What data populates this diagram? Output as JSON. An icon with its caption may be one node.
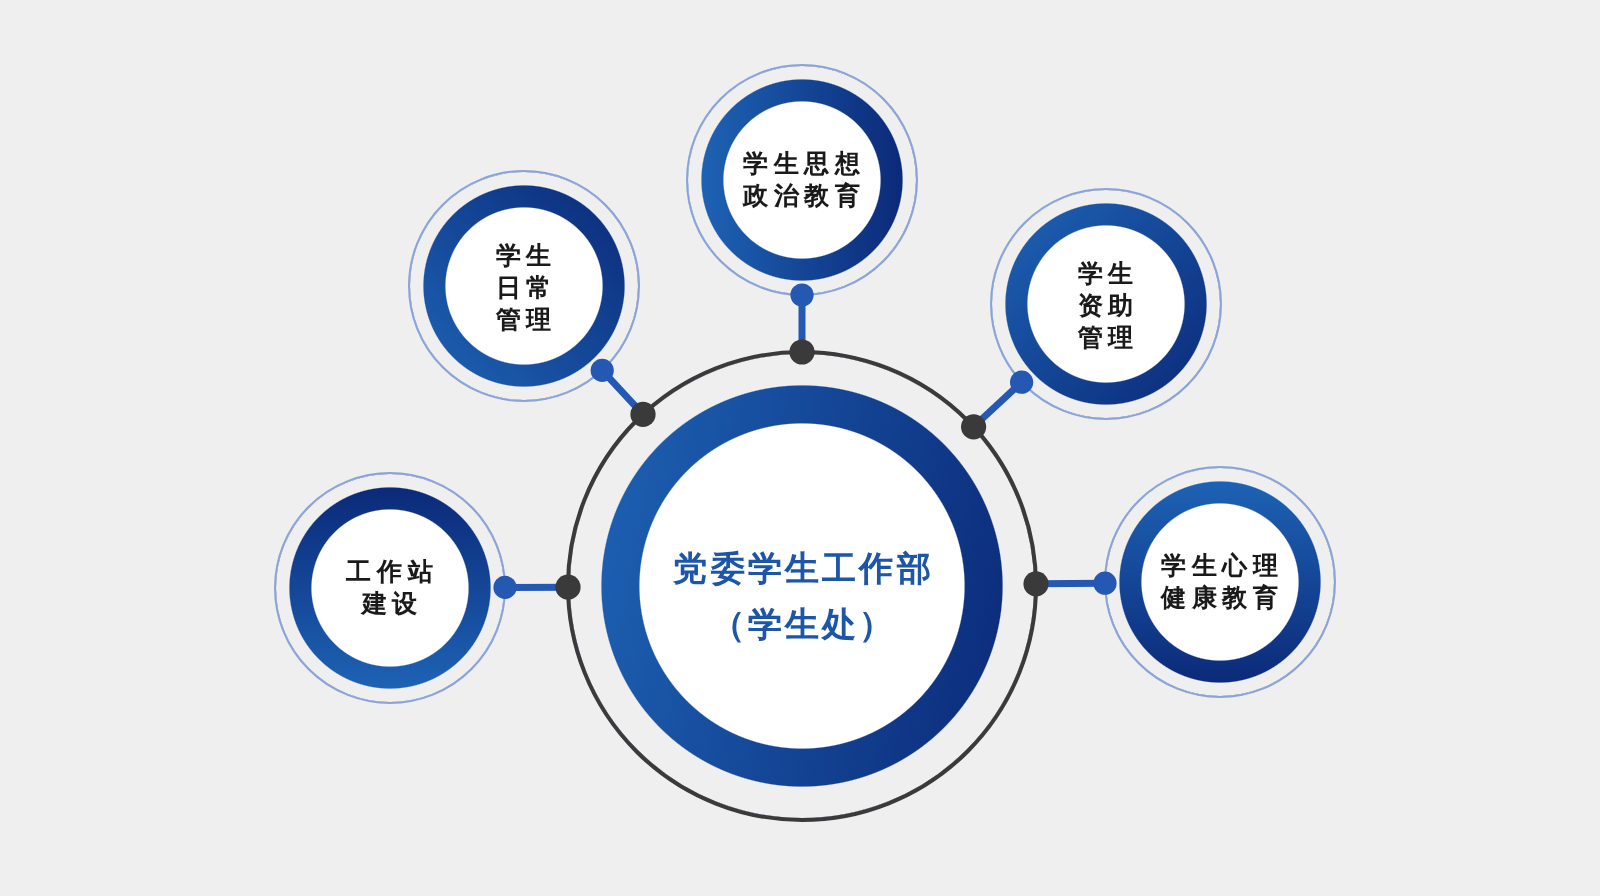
{
  "diagram": {
    "nodes": [
      {
        "text": [
          "党委学生工作部（学生处）"
        ]
      },
      {
        "text": [
          "学生日常管理"
        ]
      },
      {
        "text": [
          "学生思想政治教育"
        ]
      },
      {
        "text": [
          "学生资助管理"
        ]
      },
      {
        "text": [
          "工作站建设"
        ]
      },
      {
        "text": [
          "学生心理健康教育"
        ]
      }
    ],
    "edges": [
      {
        "from": 0,
        "to": 1,
        "arrow": "other"
      },
      {
        "from": 0,
        "to": 2,
        "arrow": "other"
      },
      {
        "from": 0,
        "to": 3,
        "arrow": "other"
      },
      {
        "from": 0,
        "to": 4,
        "arrow": "other"
      },
      {
        "from": 0,
        "to": 5,
        "arrow": "other"
      }
    ]
  }
}
